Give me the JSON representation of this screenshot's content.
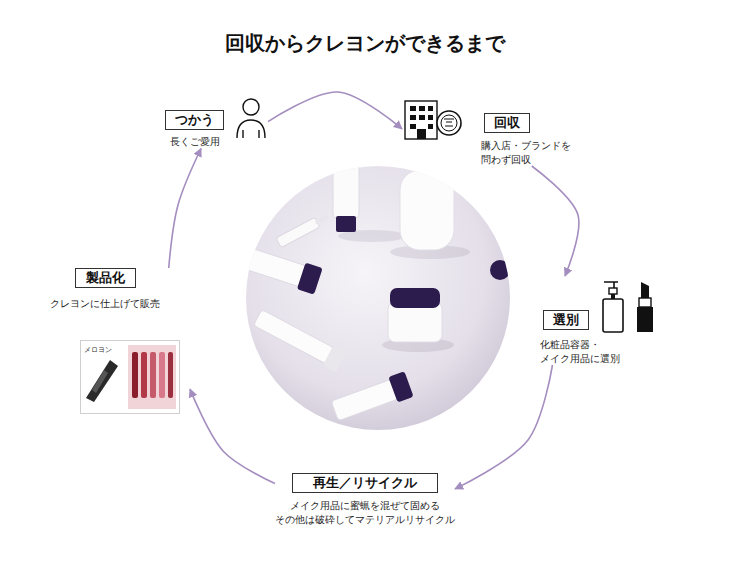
{
  "diagram": {
    "title": "回収からクレヨンができるまで",
    "nodes": [
      {
        "text": [
          "つかう",
          "長くご愛用"
        ]
      },
      {
        "text": [
          "回収",
          "購入店・ブランドを 問わず回収"
        ]
      },
      {
        "text": [
          "選別",
          "化粧品容器・ メイク用品に選別"
        ]
      },
      {
        "text": [
          "再生／リサイクル",
          "メイク用品に蜜蝋を混ぜて固める その他は破砕してマテリアルリサイクル"
        ]
      },
      {
        "text": [
          "製品化",
          "クレヨンに仕上げて販売"
        ]
      }
    ],
    "edges": [
      {
        "from": 0,
        "to": 1,
        "arrow": "to"
      },
      {
        "from": 1,
        "to": 2,
        "arrow": "to"
      },
      {
        "from": 2,
        "to": 3,
        "arrow": "to"
      },
      {
        "from": 3,
        "to": 4,
        "arrow": "to"
      },
      {
        "from": 4,
        "to": 0,
        "arrow": "to"
      }
    ],
    "labels": [
      "メロヨン"
    ]
  }
}
